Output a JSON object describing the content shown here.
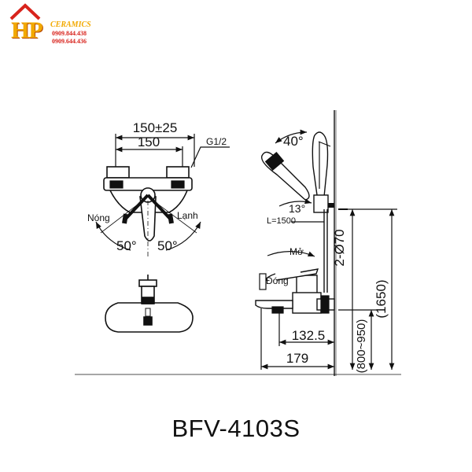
{
  "logo": {
    "initials": "HP",
    "brand": "CERAMICS",
    "phone_1": "0909.844.438",
    "phone_2": "0909.644.436"
  },
  "front_view": {
    "dim_outer": "150±25",
    "dim_inner": "150",
    "thread": "G1/2",
    "hot_label": "Nóng",
    "cold_label": "Lạnh",
    "angle_left": "50°",
    "angle_right": "50°"
  },
  "side_view": {
    "angle_handshower": "40°",
    "angle_lever": "13°",
    "hose_length": "L=1500",
    "open_label": "Mở",
    "close_label": "Đóng",
    "dim_spout_132": "132.5",
    "dim_spout_179": "179",
    "dim_rail": "2-Ø70",
    "dim_height_range": "(800~950)",
    "dim_height_total": "(1650)"
  },
  "model_code": "BFV-4103S"
}
